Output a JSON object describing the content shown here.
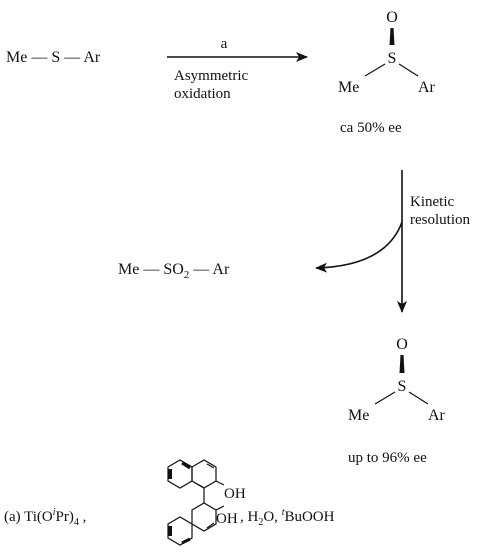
{
  "reaction": {
    "start": "Me — S — Ar",
    "step1_letter": "a",
    "step1_line1": "Asymmetric",
    "step1_line2": "oxidation",
    "ee_first": "ca  50% ee",
    "step2_line1": "Kinetic",
    "step2_line2": "resolution",
    "byproduct": "Me — SO",
    "byproduct_sub": "2",
    "byproduct_tail": " — Ar",
    "ee_final": "up to 96% ee"
  },
  "sulfoxide": {
    "o": "O",
    "s": "S",
    "me": "Me",
    "ar": "Ar"
  },
  "reagents": {
    "prefix": "(a) Ti(O",
    "prefix_sup": "i",
    "prefix_tail": "Pr)",
    "prefix_sub": "4",
    "prefix_comma": " ,",
    "oh_top": "OH",
    "oh_bottom": "OH",
    "suffix": ", H",
    "suffix_sub": "2",
    "suffix_mid": "O, ",
    "suffix_sup": "t",
    "suffix_end": "BuOOH"
  }
}
